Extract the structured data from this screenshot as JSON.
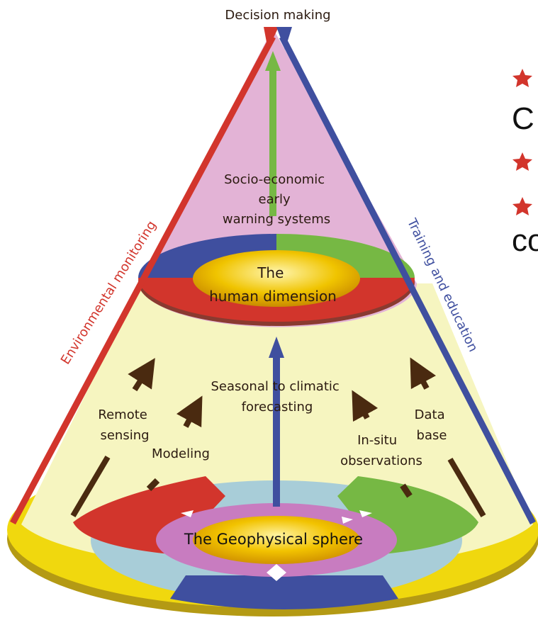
{
  "title": "Decision making",
  "left_axis_label": "Environmental monitoring",
  "right_axis_label": "Training and education",
  "top_section_label": [
    "Socio-economic",
    "early",
    "warning systems"
  ],
  "human_label": [
    "The",
    "human dimension"
  ],
  "forecast_label": [
    "Seasonal to climatic",
    "forecasting"
  ],
  "remote_label": [
    "Remote",
    "sensing"
  ],
  "modeling_label": "Modeling",
  "insitu_label": [
    "In-situ",
    "observations"
  ],
  "database_label": [
    "Data",
    "base"
  ],
  "geo_label": "The Geophysical sphere",
  "cutoff_text": [
    "C",
    "co"
  ],
  "colors": {
    "red": "#d2352c",
    "blue": "#3f4f9f",
    "green": "#76b844",
    "yellow": "#f0d80e",
    "pink": "#e3b3d6",
    "cream": "#f6f5c0",
    "lightblue": "#a8cdd8",
    "magenta": "#c87cc0",
    "brown": "#4a2a10"
  }
}
